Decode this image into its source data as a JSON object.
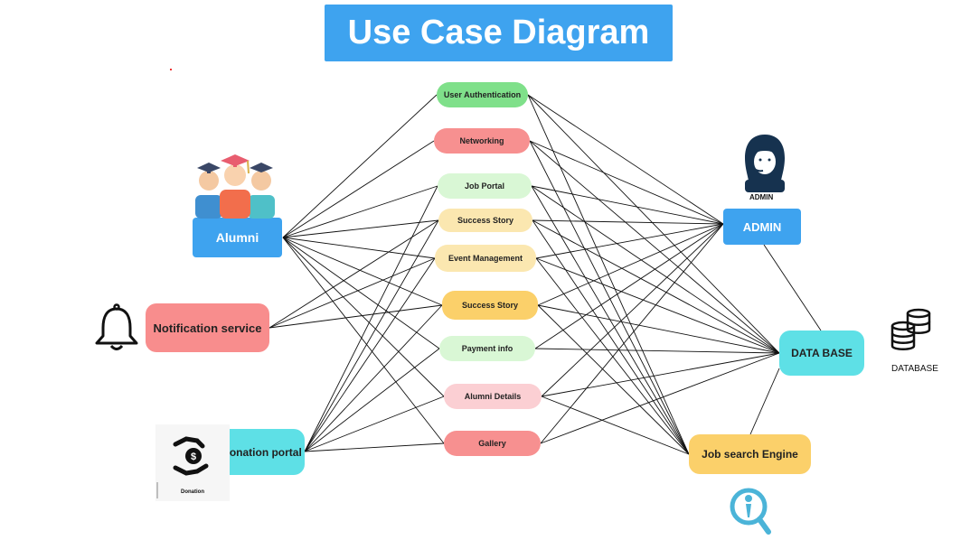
{
  "title": "Use Case Diagram",
  "actors": {
    "alumni": "Alumni",
    "notification": "Notification service",
    "donation": "Donation portal",
    "admin": "ADMIN",
    "database": "DATA BASE",
    "job_engine": "Job search Engine"
  },
  "use_cases": [
    "User Authentication",
    "Networking",
    "Job Portal",
    "Success Story",
    "Event Management",
    "Success Story",
    "Payment info",
    "Alumni Details",
    "Gallery"
  ],
  "icon_labels": {
    "admin_badge": "ADMIN",
    "database_caption": "DATABASE",
    "donation_caption": "Donation"
  },
  "icons": {
    "alumni": "graduates-icon",
    "notification": "bell-icon",
    "donation": "donation-hand-icon",
    "admin": "admin-headset-icon",
    "database": "database-icon",
    "job_engine": "search-person-icon"
  },
  "colors": {
    "title_bg": "#3ea3ef",
    "actor_blue": "#3ea3ef",
    "actor_red": "#f88d8d",
    "actor_cyan": "#5ee0e6",
    "actor_yellow": "#fbd06a",
    "uc_green": "#7fe08a",
    "uc_red": "#f79090",
    "uc_light_green": "#d9f7d5",
    "uc_light_yellow": "#fbe7b0",
    "uc_yellow": "#fbd06a",
    "uc_light_pink": "#fbcfd3"
  }
}
